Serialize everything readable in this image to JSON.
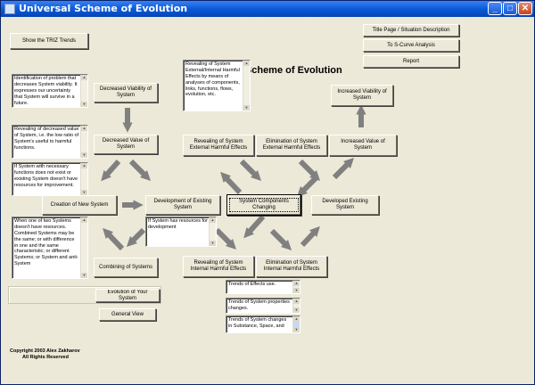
{
  "window": {
    "title": "Universal Scheme of Evolution"
  },
  "titlebar_buttons": {
    "minimize": "_",
    "maximize": "□",
    "close": "✕"
  },
  "heading": "Universal Scheme of Evolution",
  "top_buttons": {
    "triz_trends": "Show the TRIZ Trends",
    "title_page": "Title Page / Situation Description",
    "s_curve": "To S-Curve Analysis",
    "report": "Report"
  },
  "nodes": {
    "decreased_viability": "Decreased Viability of System",
    "decreased_value": "Decreased Value of System",
    "creation_new": "Creation of New System",
    "development_existing": "Development of Existing System",
    "combining": "Combining of Systems",
    "components_changing": "System Components Changing",
    "revealing_external": "Revealing of System External Harmful Effects",
    "elimination_external": "Elimination of System External Harmful Effects",
    "increased_value": "Increased Value of System",
    "increased_viability": "Increased Viability of System",
    "developed_existing": "Developed Existing System",
    "revealing_internal": "Revealing of System Internal Harmful Effects",
    "elimination_internal": "Elimination of System Internal Harmful Effects"
  },
  "bottom_buttons": {
    "evolution_your_system": "Evolution of Your System",
    "general_view": "General View"
  },
  "notes": {
    "identification": "Identification of problem that decreases System viability. It expresses our uncertainty that System will survive in a future.",
    "revealing_decreased_value": "Revealing of decreased value of System, i.e. the low ratio of System's useful to harmful functions.",
    "if_system_necessary": "If System with necessary functions does not exist or existing System doesn't have resources for improvement.",
    "two_systems": "When one of two Systems doesn't have resources. Combined Systems may be the same; or with difference in one and the same characteristic; or different Systems; or System and anti-System",
    "revealing_external": "Revealing of System External/Internal Harmful Effects by means of analyses of components, links, functions, flows, evolution, etc.",
    "if_system_resources": "If System has resources for development",
    "trends_effects": "Trends of Effects use.",
    "trends_properties": "Trends of System properties changes.",
    "trends_changes": "Trends of System changes in Substance, Space, and"
  },
  "copyright": {
    "line1": "Copyright 2003 Alex Zakharov",
    "line2": "All Rights Reserved"
  },
  "colors": {
    "face": "#ece9d8",
    "arrow": "#808080",
    "titlebar": "#0a5bd8"
  }
}
